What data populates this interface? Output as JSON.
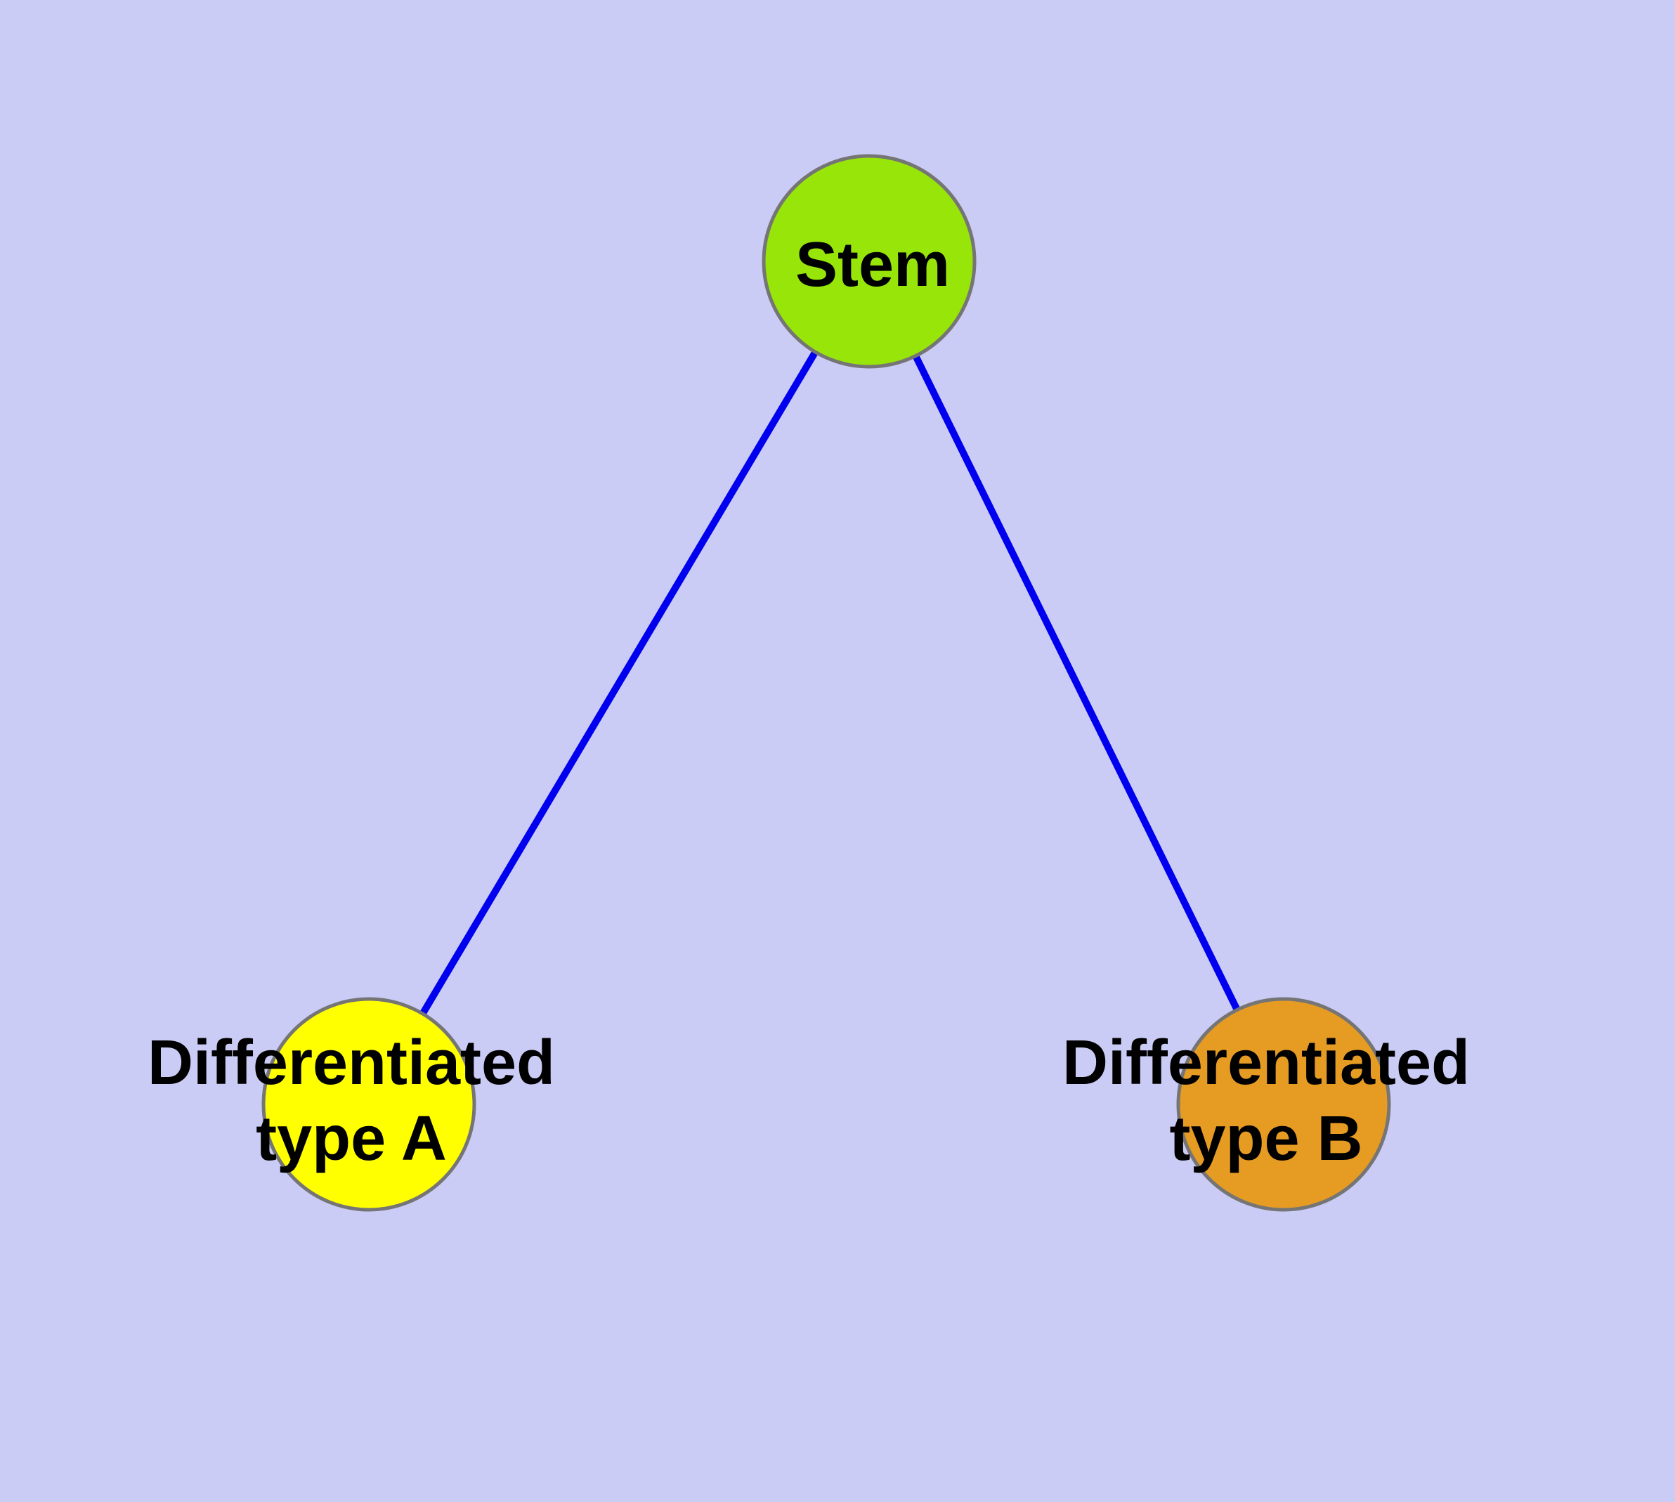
{
  "canvas": {
    "background_color": "#cbccf6"
  },
  "graph": {
    "edge_color": "#0000ee",
    "node_border_color": "#757575",
    "label_color": "#000000",
    "nodes": {
      "stem": {
        "label": "Stem",
        "fill_color": "#98e50a"
      },
      "type_a": {
        "label_line1": "Differentiated",
        "label_line2": "type A",
        "fill_color": "#ffff00"
      },
      "type_b": {
        "label_line1": "Differentiated",
        "label_line2": "type B",
        "fill_color": "#e69b23"
      }
    },
    "edges": [
      {
        "from": "stem",
        "to": "type_a"
      },
      {
        "from": "stem",
        "to": "type_b"
      }
    ]
  }
}
